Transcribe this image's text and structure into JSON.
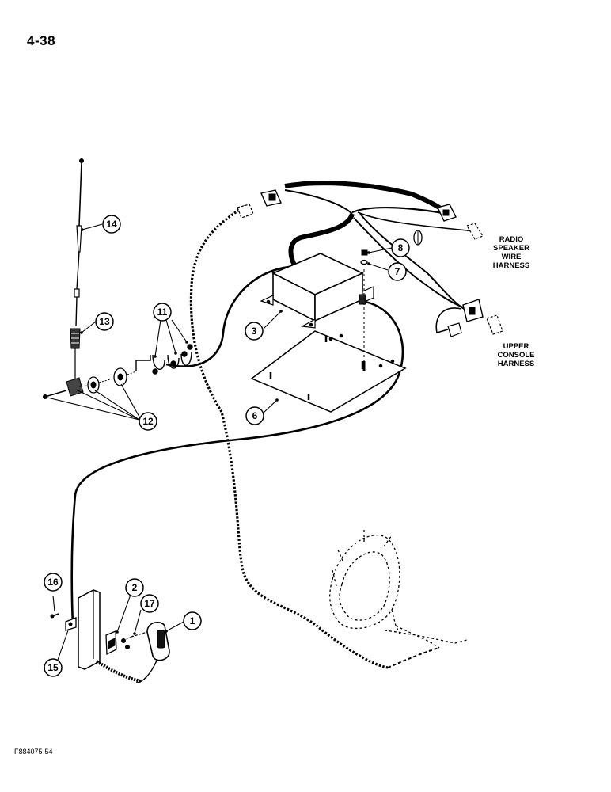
{
  "page": {
    "number": "4-38",
    "figure_id": "F884075-54"
  },
  "callouts": [
    {
      "key": "c1",
      "label": "1"
    },
    {
      "key": "c2",
      "label": "2"
    },
    {
      "key": "c3",
      "label": "3"
    },
    {
      "key": "c6",
      "label": "6"
    },
    {
      "key": "c7",
      "label": "7"
    },
    {
      "key": "c8",
      "label": "8"
    },
    {
      "key": "c11",
      "label": "11"
    },
    {
      "key": "c12",
      "label": "12"
    },
    {
      "key": "c13",
      "label": "13"
    },
    {
      "key": "c14",
      "label": "14"
    },
    {
      "key": "c15",
      "label": "15"
    },
    {
      "key": "c16",
      "label": "16"
    },
    {
      "key": "c17",
      "label": "17"
    }
  ],
  "harness_labels": {
    "radio_speaker": [
      "RADIO",
      "SPEAKER",
      "WIRE",
      "HARNESS"
    ],
    "upper_console": [
      "UPPER",
      "CONSOLE",
      "HARNESS"
    ]
  }
}
